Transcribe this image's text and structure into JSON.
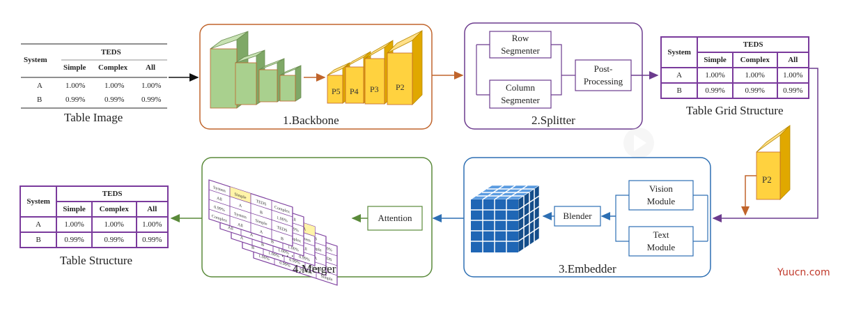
{
  "input_table": {
    "caption": "Table Image",
    "header_system": "System",
    "header_teds": "TEDS",
    "columns": [
      "Simple",
      "Complex",
      "All"
    ],
    "rows": [
      {
        "name": "A",
        "values": [
          "1.00%",
          "1.00%",
          "1.00%"
        ]
      },
      {
        "name": "B",
        "values": [
          "0.99%",
          "0.99%",
          "0.99%"
        ]
      }
    ]
  },
  "grid_table": {
    "caption": "Table Grid Structure",
    "header_system": "System",
    "header_teds": "TEDS",
    "columns": [
      "Simple",
      "Complex",
      "All"
    ],
    "rows": [
      {
        "name": "A",
        "values": [
          "1.00%",
          "1.00%",
          "1.00%"
        ]
      },
      {
        "name": "B",
        "values": [
          "0.99%",
          "0.99%",
          "0.99%"
        ]
      }
    ]
  },
  "output_table": {
    "caption": "Table Structure",
    "header_system": "System",
    "header_teds": "TEDS",
    "columns": [
      "Simple",
      "Complex",
      "All"
    ],
    "rows": [
      {
        "name": "A",
        "values": [
          "1.00%",
          "1.00%",
          "1.00%"
        ]
      },
      {
        "name": "B",
        "values": [
          "0.99%",
          "0.99%",
          "0.99%"
        ]
      }
    ]
  },
  "backbone": {
    "label": "1.Backbone",
    "pyramid_labels": [
      "P5",
      "P4",
      "P3",
      "P2"
    ]
  },
  "splitter": {
    "label": "2.Splitter",
    "row_segmenter": "Row\nSegmenter",
    "column_segmenter": "Column\nSegmenter",
    "post_processing": "Post-\nProcessing"
  },
  "p2_feature": "P2",
  "embedder": {
    "label": "3.Embedder",
    "vision_module": "Vision\nModule",
    "text_module": "Text\nModule",
    "blender": "Blender"
  },
  "merger": {
    "label": "4.Merger",
    "attention": "Attention",
    "ellipsis": ". . .",
    "stack_words": [
      "System",
      "Simple",
      "TEDS",
      "Complex",
      "All",
      "A",
      "B",
      "1.00%",
      "0.99%"
    ]
  },
  "watermark": "Yuucn.com",
  "colors": {
    "backbone": "#c0642b",
    "splitter": "#6c3b8e",
    "grid": "#7a3a9c",
    "embedder": "#2d6fb3",
    "merger": "#5a8a3a",
    "feature_green": "#a9d08e",
    "feature_yellow": "#ffd23f",
    "cube_blue": "#1f66b5",
    "p2_arrow": "#c0642b"
  }
}
